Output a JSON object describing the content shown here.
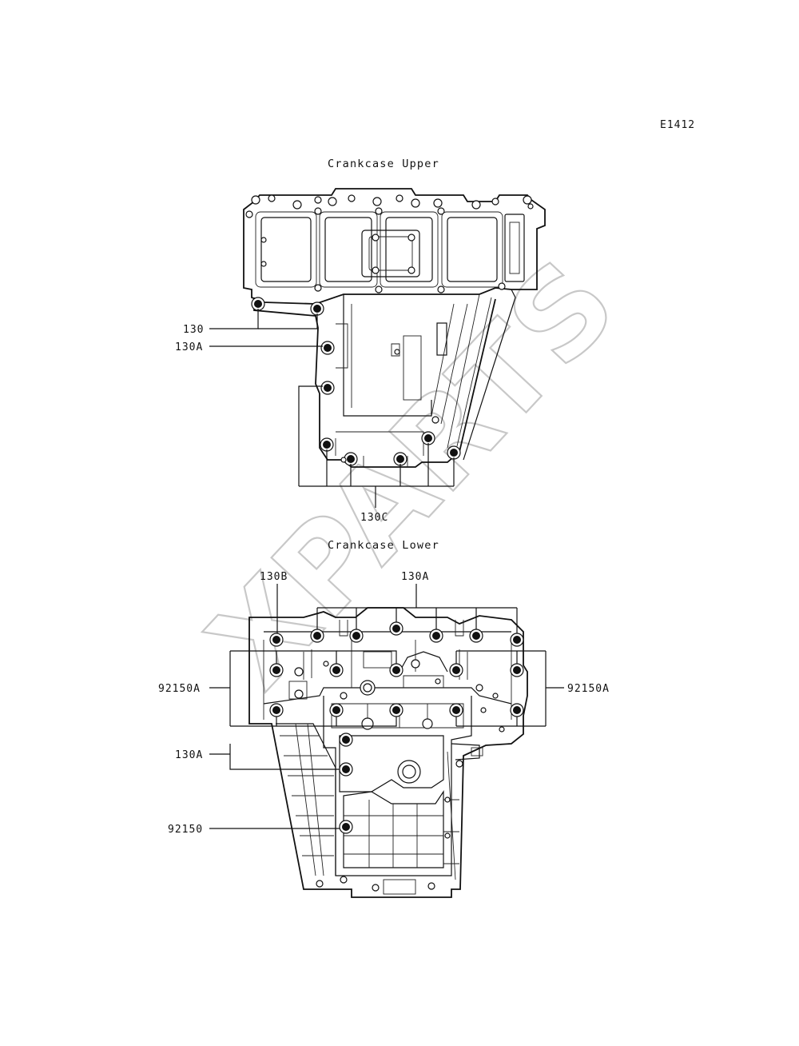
{
  "code": "E1412",
  "upper": {
    "title": "Crankcase Upper",
    "labels": {
      "l130": "130",
      "l130A": "130A",
      "l130C": "130C"
    }
  },
  "lower": {
    "title": "Crankcase Lower",
    "labels": {
      "l130B": "130B",
      "l130A_top": "130A",
      "l92150A_left": "92150A",
      "l92150A_right": "92150A",
      "l130A_left": "130A",
      "l92150": "92150"
    }
  },
  "watermark": "XPARTS"
}
